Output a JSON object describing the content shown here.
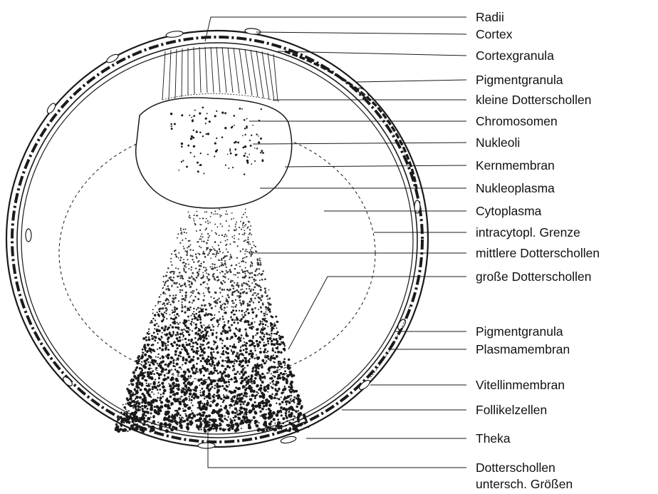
{
  "colors": {
    "ink": "#1a1a1a",
    "background": "#ffffff"
  },
  "labels": [
    "Radii",
    "Cortex",
    "Cortexgranula",
    "Pigmentgranula",
    "kleine Dotterschollen",
    "Chromosomen",
    "Nukleoli",
    "Kernmembran",
    "Nukleoplasma",
    "Cytoplasma",
    "intracytopl. Grenze",
    "mittlere Dotterschollen",
    "große Dotterschollen",
    "Pigmentgranula",
    "Plasmamembran",
    "Vitellinmembran",
    "Follikelzellen",
    "Theka",
    "Dotterschollen",
    "untersch. Größen"
  ]
}
